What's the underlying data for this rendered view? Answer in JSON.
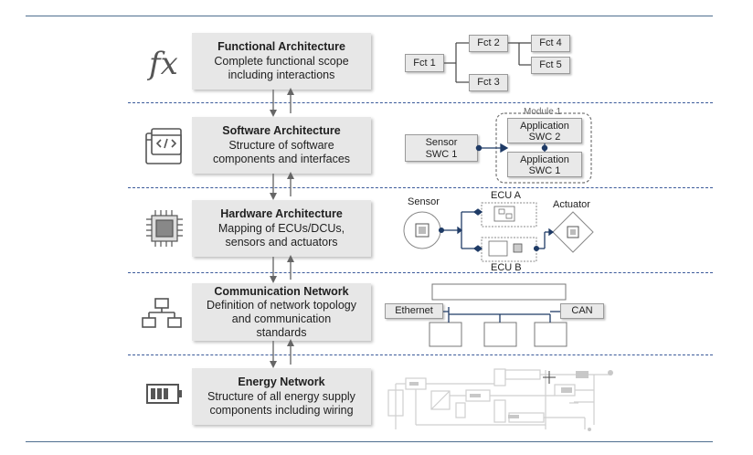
{
  "layers": [
    {
      "title": "Functional Architecture",
      "desc1": "Complete functional scope",
      "desc2": "including interactions",
      "desc3": "",
      "icon": "fx-icon"
    },
    {
      "title": "Software Architecture",
      "desc1": "Structure of software",
      "desc2": "components and interfaces",
      "desc3": "",
      "icon": "code-window-icon"
    },
    {
      "title": "Hardware Architecture",
      "desc1": "Mapping of ECUs/DCUs,",
      "desc2": "sensors and actuators",
      "desc3": "",
      "icon": "chip-icon"
    },
    {
      "title": "Communication Network",
      "desc1": "Definition of network topology",
      "desc2": "and communication",
      "desc3": "standards",
      "icon": "network-icon"
    },
    {
      "title": "Energy Network",
      "desc1": "Structure of all energy supply",
      "desc2": "components including wiring",
      "desc3": "",
      "icon": "battery-icon"
    }
  ],
  "fx_symbol": "fx",
  "functional": {
    "fct1": "Fct 1",
    "fct2": "Fct 2",
    "fct3": "Fct 3",
    "fct4": "Fct 4",
    "fct5": "Fct 5"
  },
  "software": {
    "module_label": "Module 1",
    "sensor_swc_line1": "Sensor",
    "sensor_swc_line2": "SWC 1",
    "app2_line1": "Application",
    "app2_line2": "SWC 2",
    "app1_line1": "Application",
    "app1_line2": "SWC 1"
  },
  "hardware": {
    "sensor": "Sensor",
    "ecu_a": "ECU A",
    "ecu_b": "ECU B",
    "actuator": "Actuator"
  },
  "communication": {
    "ethernet": "Ethernet",
    "can": "CAN"
  },
  "colors": {
    "rule": "#4f6f8f",
    "dashed": "#3b5a9a",
    "box": "#e7e7e7",
    "node": "#1f3b66"
  }
}
